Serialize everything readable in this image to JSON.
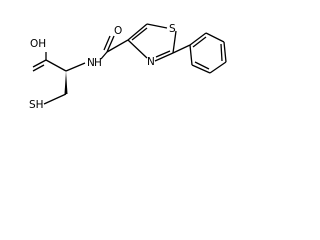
{
  "diagram": {
    "type": "structural-formula",
    "atoms": {
      "hydroxyl": "OH",
      "carbonyl_oxygen": "O",
      "amide_nitrogen": "N",
      "amide_hydrogen": "H",
      "thiazole_sulfur": "S",
      "thiazole_nitrogen": "N",
      "thiol": "SH"
    }
  }
}
